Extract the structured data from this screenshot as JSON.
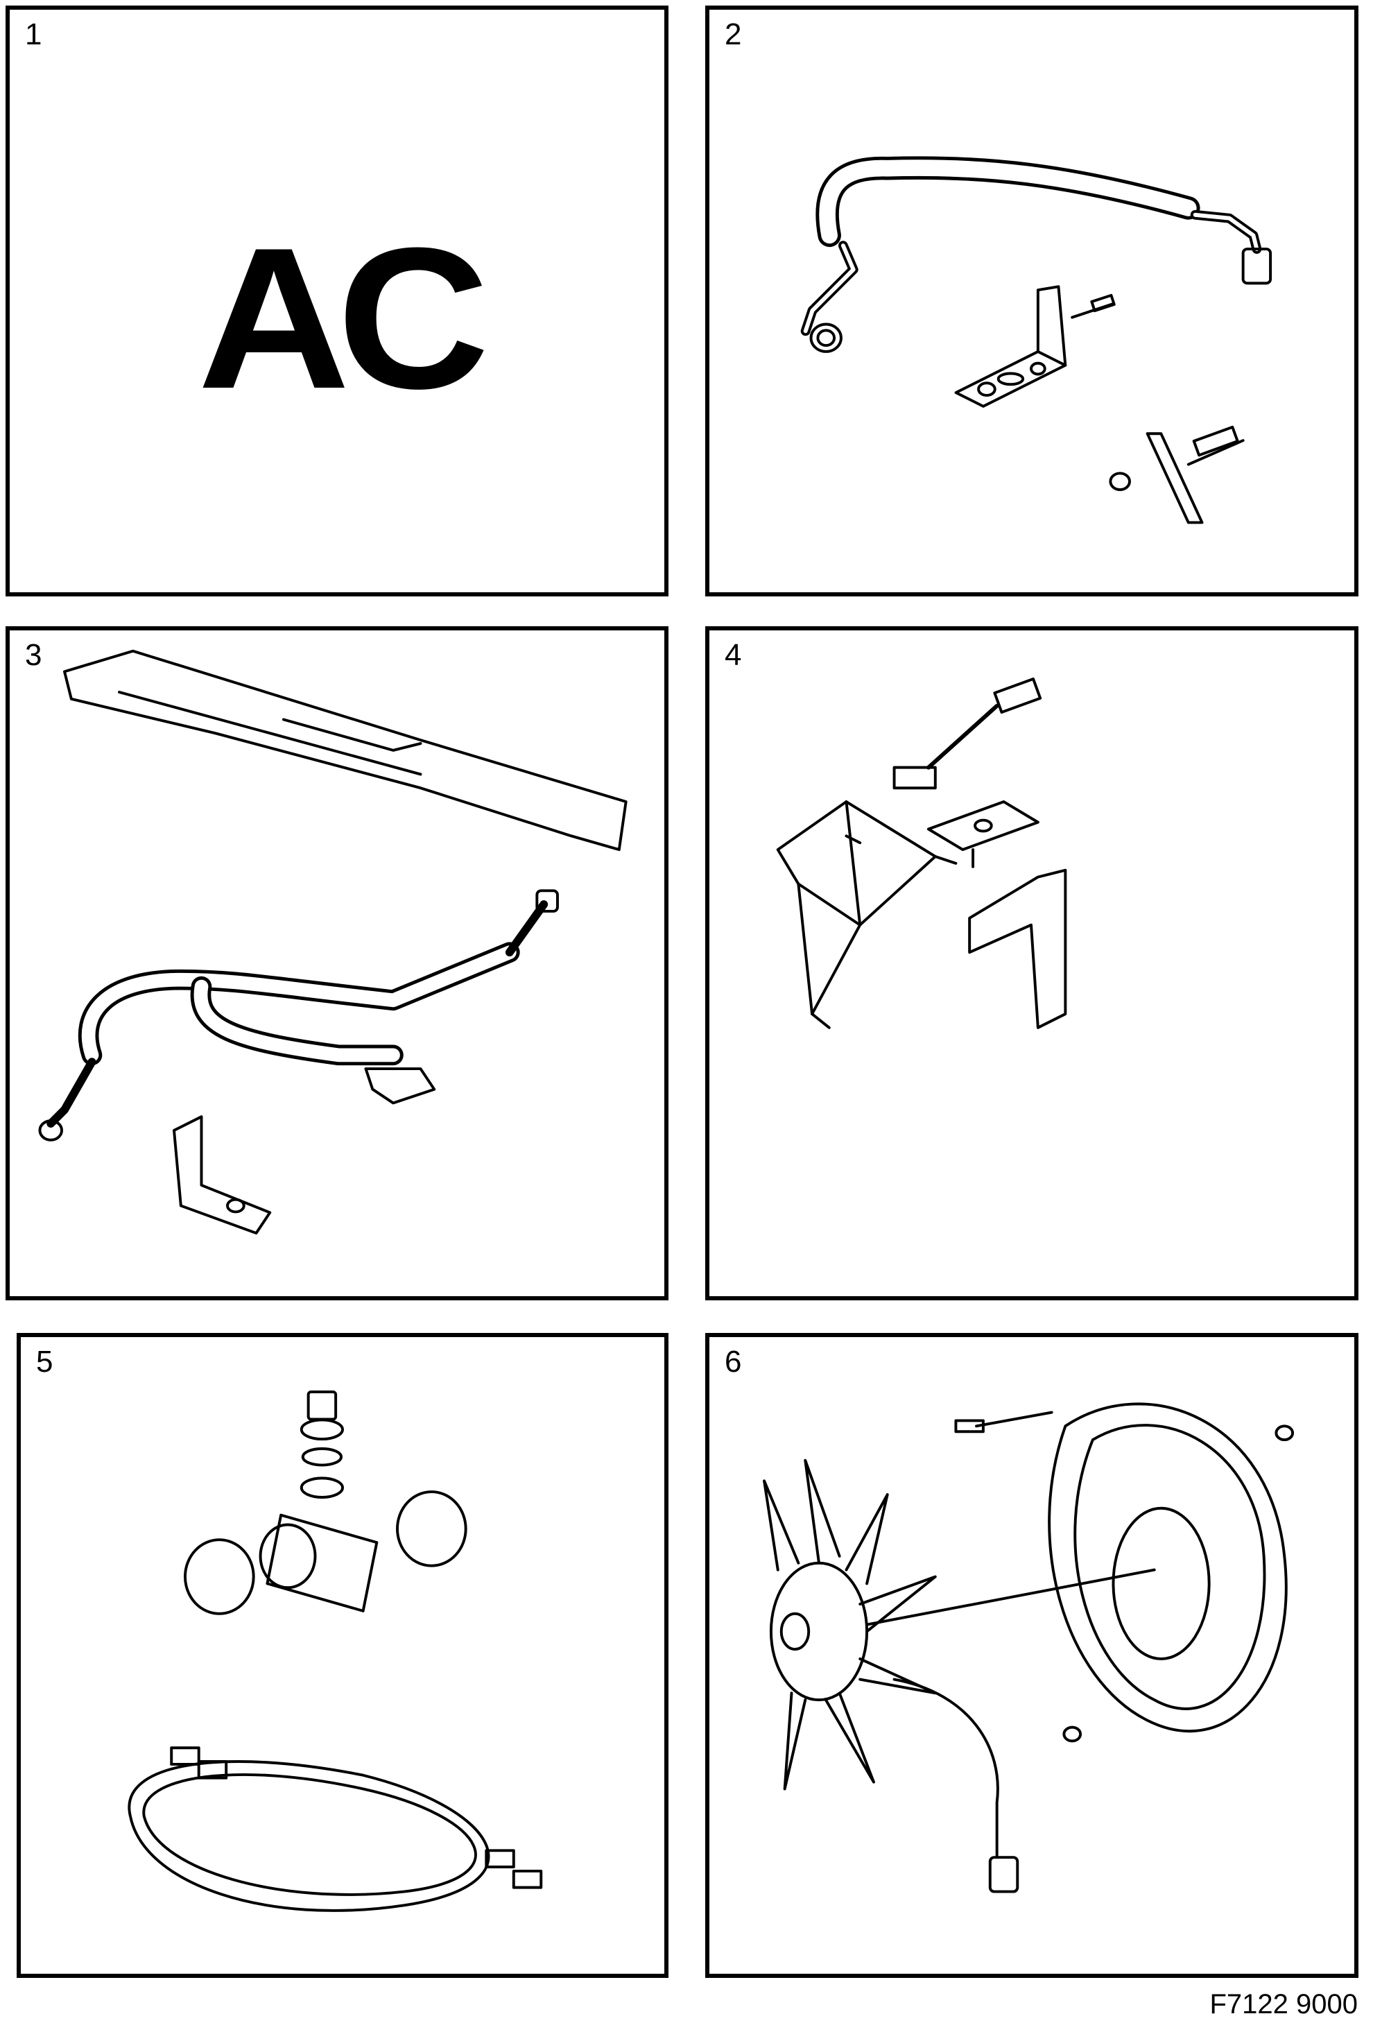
{
  "figure": {
    "code": "F7122 9000",
    "panels": [
      {
        "number": "1",
        "content": "AC",
        "description": "AC logo"
      },
      {
        "number": "2",
        "description": "Refrigerant hose with bracket, screw, clamp plate and nut"
      },
      {
        "number": "3",
        "description": "Cowl panel, refrigerant hoses and bracket"
      },
      {
        "number": "4",
        "description": "Wiring connector harness, plate, shield bracket and support bracket"
      },
      {
        "number": "5",
        "description": "Pressure switch with seal, T-pipe with hose clamps, and wiring harness"
      },
      {
        "number": "6",
        "description": "Condenser fan with shroud, screws and nuts, and connector lead"
      }
    ]
  }
}
